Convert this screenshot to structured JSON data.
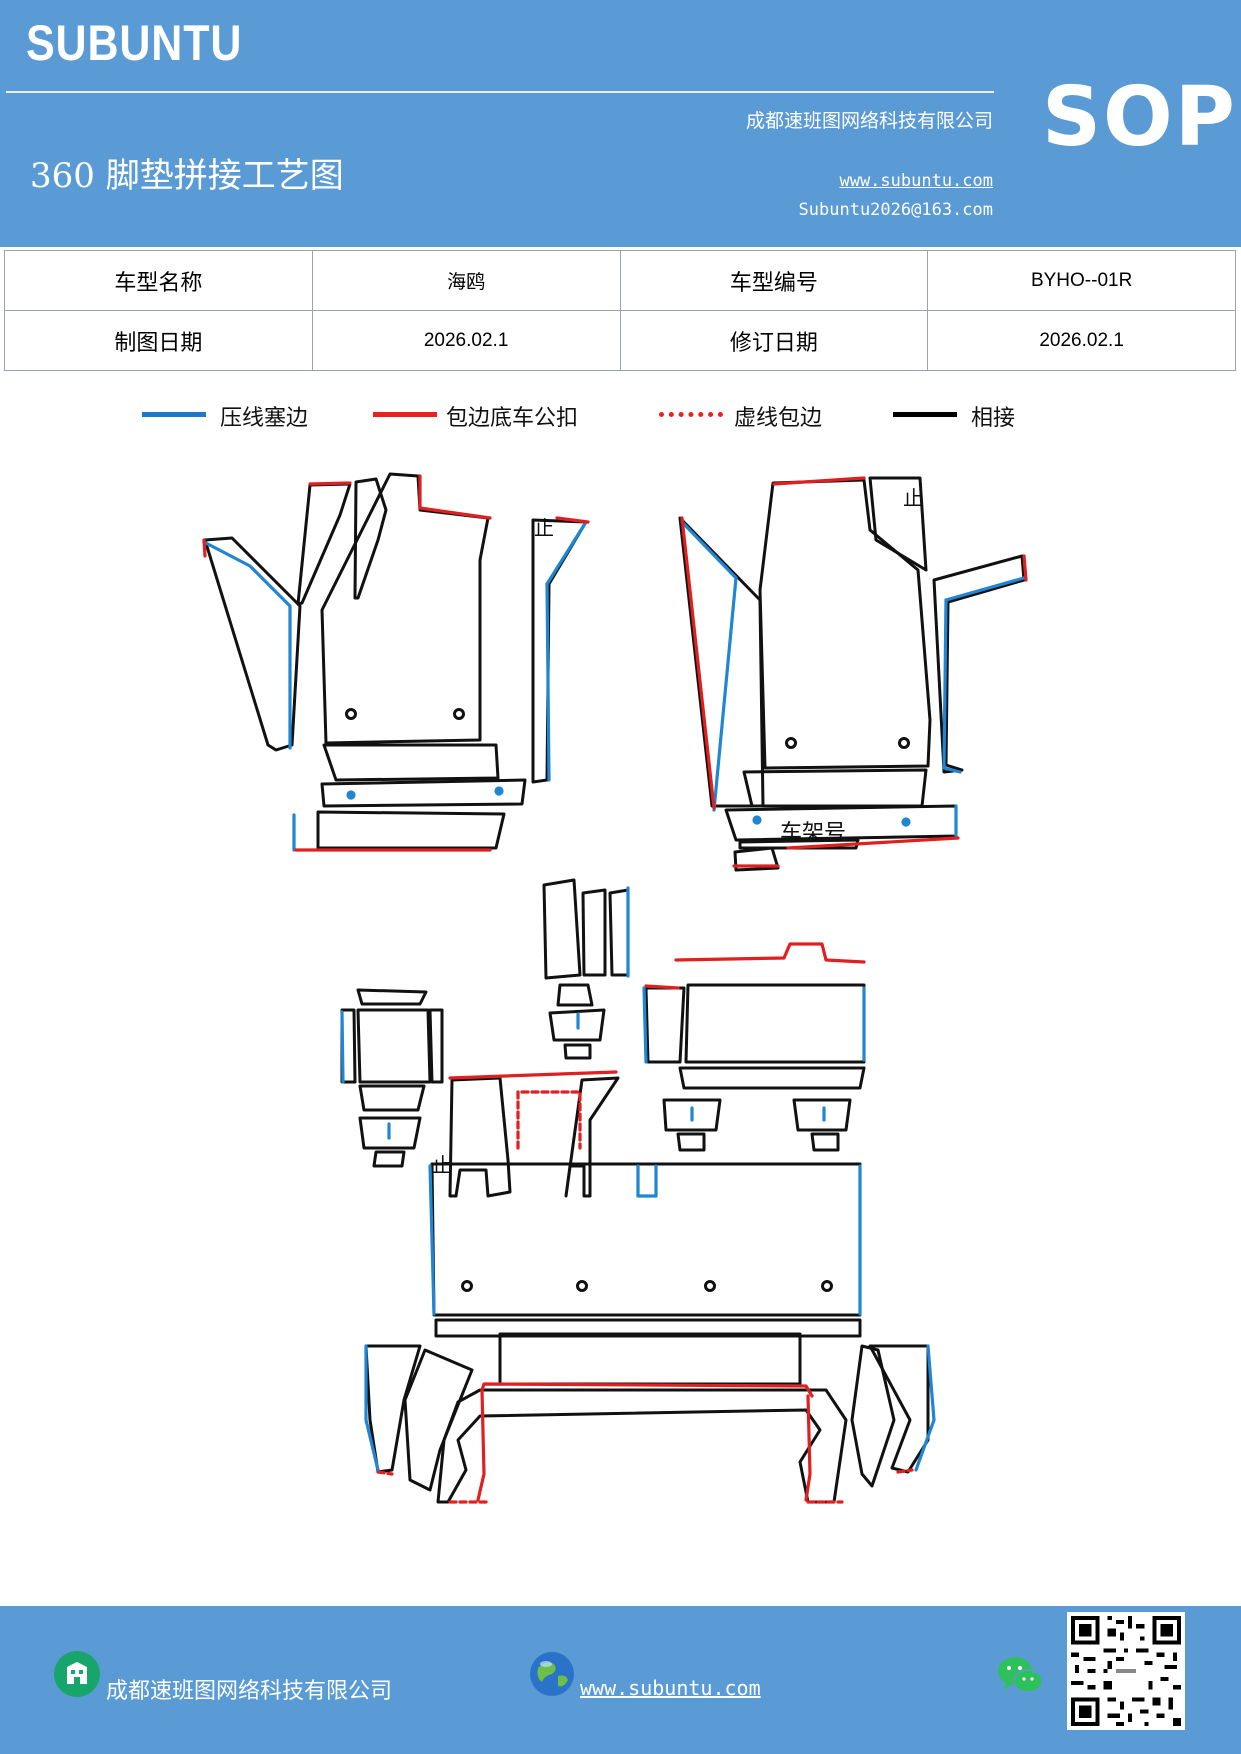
{
  "header": {
    "brand": "SUBUNTU",
    "company": "成都速班图网络科技有限公司",
    "title": "360 脚垫拼接工艺图",
    "website": "www.subuntu.com",
    "email": "Subuntu2026@163.com",
    "badge": "SOP"
  },
  "info_table": {
    "model_name_label": "车型名称",
    "model_name_value": "海鸥",
    "model_code_label": "车型编号",
    "model_code_value": "BYHO--01R",
    "draw_date_label": "制图日期",
    "draw_date_value": "2026.02.1",
    "revise_date_label": "修订日期",
    "revise_date_value": "2026.02.1"
  },
  "legend": [
    {
      "label": "压线塞边",
      "color": "#1f77c8",
      "style": "solid"
    },
    {
      "label": "包边底车公扣",
      "color": "#e8231f",
      "style": "solid"
    },
    {
      "label": "虚线包边",
      "color": "#e8231f",
      "style": "dashed"
    },
    {
      "label": "相接",
      "color": "#000000",
      "style": "solid"
    }
  ],
  "diagram": {
    "markers": {
      "stop": "止",
      "vin": "车架号"
    },
    "colors": {
      "black": "#111111",
      "blue": "#1f86d3",
      "red": "#e02020"
    }
  },
  "footer": {
    "company": "成都速班图网络科技有限公司",
    "website": "www.subuntu.com",
    "icons": [
      "building-icon",
      "globe-icon",
      "wechat-icon",
      "qr-code"
    ]
  }
}
